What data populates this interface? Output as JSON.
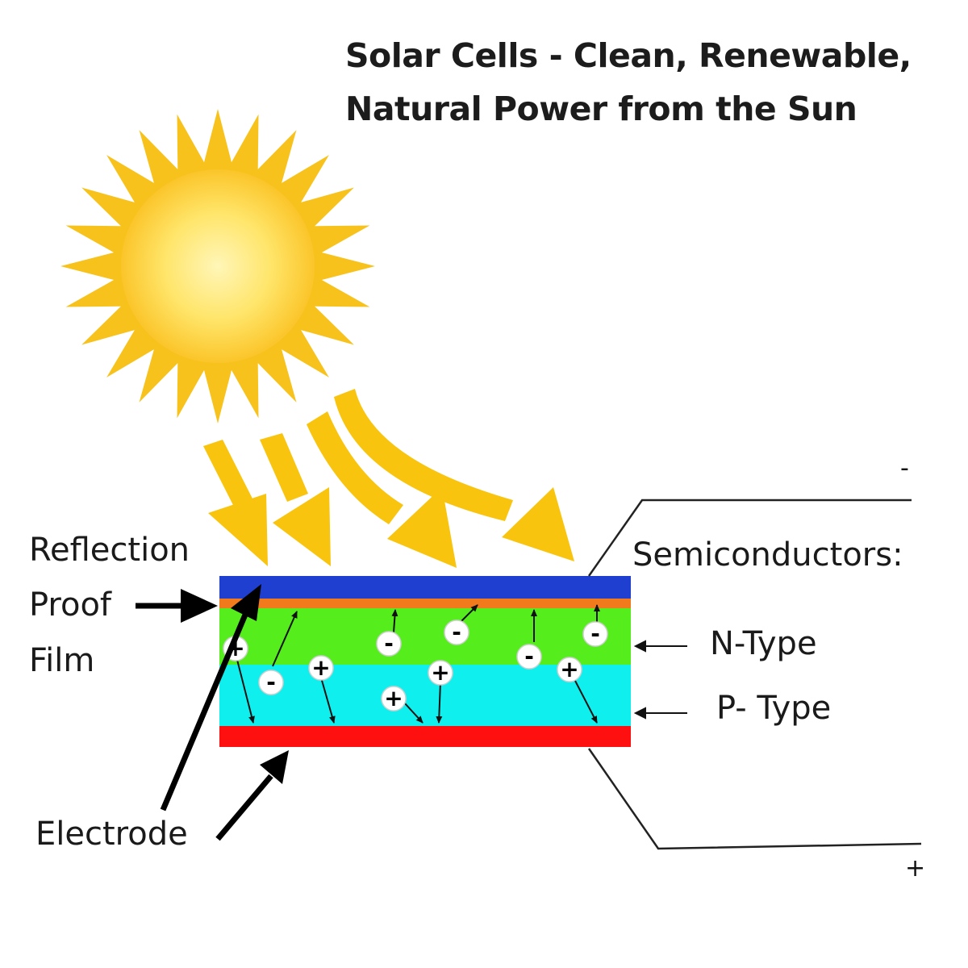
{
  "title": {
    "line1": "Solar Cells - Clean, Renewable,",
    "line2": "Natural Power from the Sun"
  },
  "labels": {
    "reflection_line1": "Reflection",
    "reflection_line2": "Proof",
    "reflection_line3": "Film",
    "electrode": "Electrode",
    "semiconductors": "Semiconductors:",
    "n_type": "N-Type",
    "p_type": "P- Type"
  },
  "terminals": {
    "negative": "-",
    "positive": "+"
  },
  "charges": {
    "electron_symbol": "-",
    "hole_symbol": "+"
  },
  "colors": {
    "sun_core": "#ffe97a",
    "sun_rays": "#f8c21c",
    "light_arrows": "#f9c40e",
    "reflection_film": "#1f3fd1",
    "top_electrode": "#f07a1c",
    "n_type_layer": "#55ee1c",
    "p_type_layer": "#0ff0ee",
    "bottom_electrode": "#ff1010"
  }
}
